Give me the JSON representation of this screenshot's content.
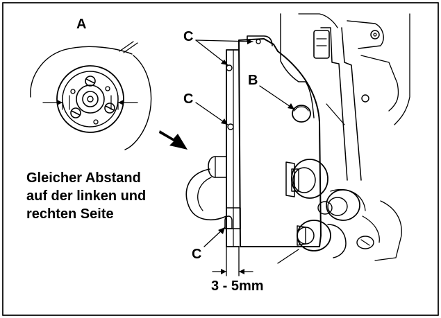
{
  "labels": {
    "detail_a": "A",
    "gauge_b": "B",
    "screw_c_top": "C",
    "screw_c_mid": "C",
    "screw_c_bottom": "C",
    "clearance": "3 - 5mm"
  },
  "note_lines": [
    "Gleicher Abstand",
    "auf der linken und",
    "rechten Seite"
  ],
  "colors": {
    "ink": "#000000",
    "paper": "#ffffff",
    "frame": "#222222"
  }
}
